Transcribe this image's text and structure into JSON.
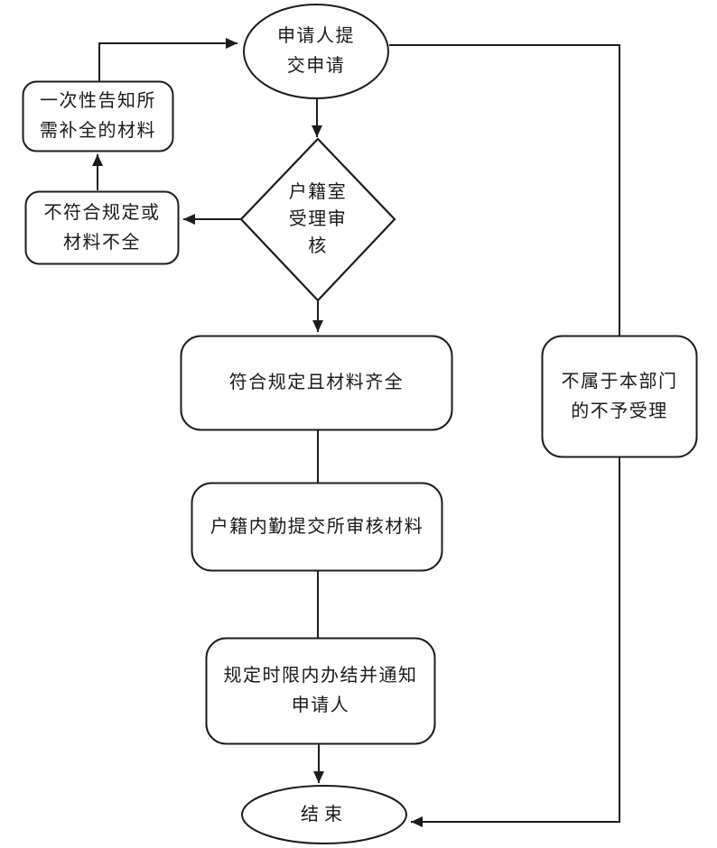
{
  "diagram": {
    "title": "household-registration-application-flowchart",
    "background_color": "#ffffff",
    "stroke_color": "#1c1c1c",
    "text_color": "#1a1a1a",
    "nodes": {
      "start": {
        "shape": "ellipse",
        "label": "申请人提\n交申请"
      },
      "notify": {
        "shape": "rounded-rect",
        "label": "一次性告知所\n需补全的材料"
      },
      "nonconform": {
        "shape": "rounded-rect",
        "label": "不符合规定或\n材料不全"
      },
      "review": {
        "shape": "diamond",
        "label": "户籍室\n受理审\n核"
      },
      "conform": {
        "shape": "rounded-rect",
        "label": "符合规定且材料齐全"
      },
      "submit": {
        "shape": "rounded-rect",
        "label": "户籍内勤提交所审核材料"
      },
      "complete": {
        "shape": "rounded-rect",
        "label": "规定时限内办结并通知\n申请人"
      },
      "reject": {
        "shape": "rounded-rect",
        "label": "不属于本部门\n的不予受理"
      },
      "end": {
        "shape": "ellipse",
        "label": "结束"
      }
    },
    "edges": [
      {
        "from": "notify",
        "to": "start",
        "arrow": true
      },
      {
        "from": "start",
        "to": "review",
        "arrow": true
      },
      {
        "from": "review",
        "to": "nonconform",
        "arrow": true
      },
      {
        "from": "nonconform",
        "to": "notify",
        "arrow": true
      },
      {
        "from": "review",
        "to": "conform",
        "arrow": true
      },
      {
        "from": "conform",
        "to": "submit",
        "arrow": false
      },
      {
        "from": "submit",
        "to": "complete",
        "arrow": false
      },
      {
        "from": "complete",
        "to": "end",
        "arrow": true
      },
      {
        "from": "start",
        "to": "reject",
        "arrow": false
      },
      {
        "from": "reject",
        "to": "end",
        "arrow": true
      }
    ]
  }
}
